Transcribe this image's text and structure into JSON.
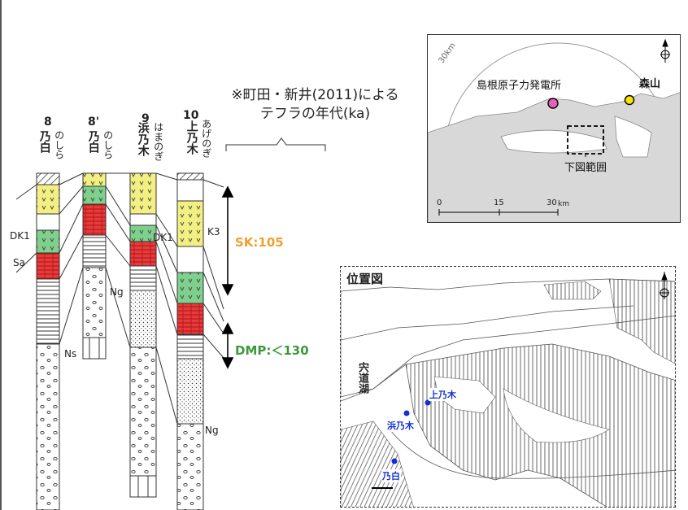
{
  "columns": [
    {
      "num": "8",
      "name": "乃白",
      "kana": "のしら"
    },
    {
      "num": "8'",
      "name": "乃白",
      "kana": "のしら"
    },
    {
      "num": "9",
      "name": "浜乃木",
      "kana": "はまのぎ"
    },
    {
      "num": "10",
      "name": "上乃木",
      "kana": "あげのぎ"
    }
  ],
  "unit_labels": {
    "dk1_left": "DK1",
    "sa": "Sa",
    "ng_a": "Ng",
    "ns": "Ns",
    "dk1_right": "DK1",
    "k3": "K3",
    "ng_b": "Ng"
  },
  "note": {
    "line1": "※町田・新井(2011)による",
    "line2": "テフラの年代(ka)"
  },
  "ages": {
    "sk": "SK:105",
    "dmp": "DMP:＜130"
  },
  "colors": {
    "sk": "#f0a030",
    "dmp": "#3a9a3a",
    "yellow": "#f3ef83",
    "green": "#7fcf8d",
    "red": "#e23c3c",
    "location_blue": "#1030d0"
  },
  "overview_map": {
    "distance_label": "30km",
    "plant": "島根原子力発電所",
    "moriyama": "森山",
    "area": "下図範囲",
    "scale": [
      "0",
      "15",
      "30",
      "km"
    ]
  },
  "location_map": {
    "title": "位置図",
    "lake": "宍道湖",
    "sites": [
      "上乃木",
      "浜乃木",
      "乃白"
    ]
  },
  "icons": {
    "north": "north-arrow-icon"
  }
}
